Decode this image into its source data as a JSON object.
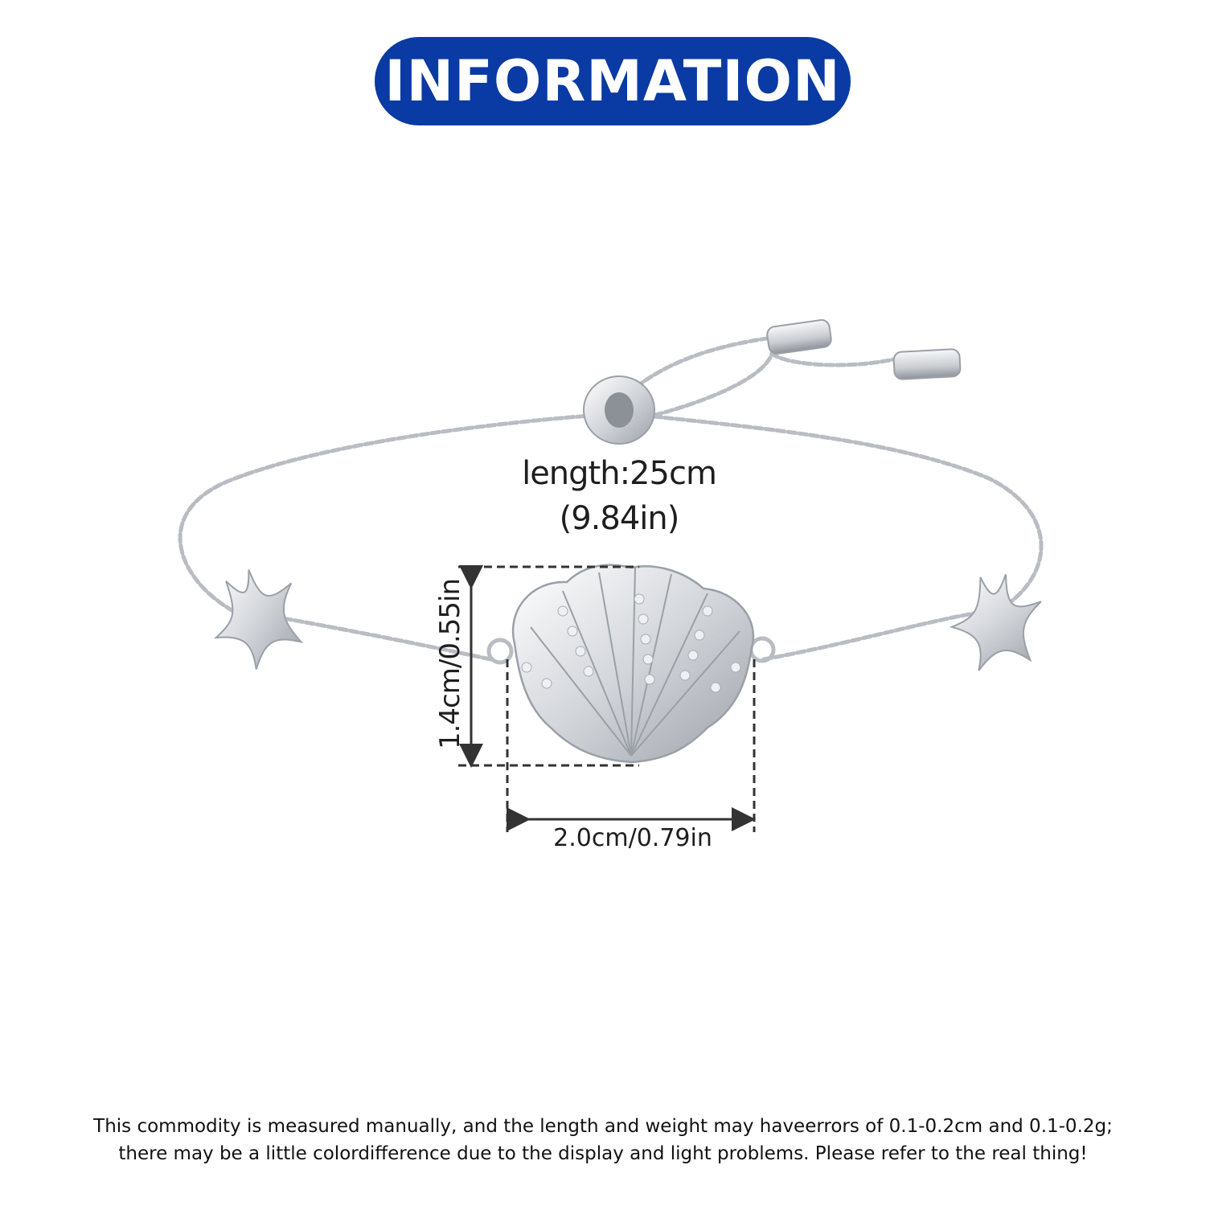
{
  "header": {
    "title": "INFORMATION"
  },
  "product": {
    "image_icon": "bracelet-with-shell-and-starfish-image"
  },
  "dimensions": {
    "length_line1": "length:25cm",
    "length_line2": "(9.84in)",
    "height": "1.4cm/0.55in",
    "width": "2.0cm/0.79in"
  },
  "disclaimer": {
    "line1": "This commodity is measured manually, and the length and weight may haveerrors of 0.1-0.2cm and 0.1-0.2g;",
    "line2": "there may be a little colordifference due to the display and light problems. Please refer to the real thing!"
  },
  "colors": {
    "accent": "#0a3aa3",
    "text": "#1e1e1e",
    "metal": "#d9dce1"
  }
}
